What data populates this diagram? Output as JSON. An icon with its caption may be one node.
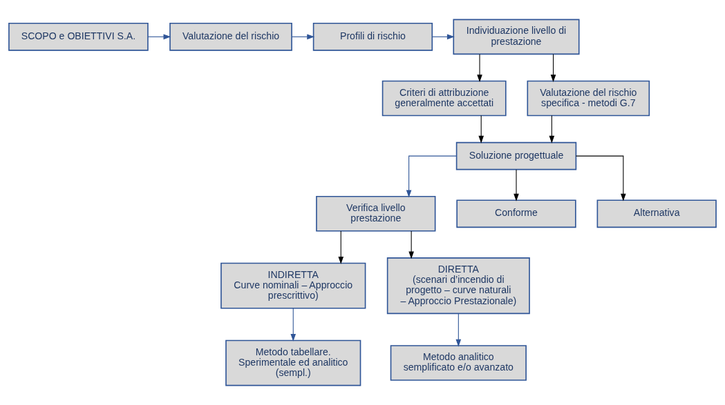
{
  "diagram": {
    "nodes": [
      {
        "text": [
          "SCOPO e OBIETTIVI S.A."
        ]
      },
      {
        "text": [
          "Valutazione del rischio"
        ]
      },
      {
        "text": [
          "Profili di rischio"
        ]
      },
      {
        "text": [
          "Individuazione livello di prestazione"
        ]
      },
      {
        "text": [
          "Criteri di attribuzione generalmente accettati"
        ]
      },
      {
        "text": [
          "Valutazione del rischio specifica - metodi G.7"
        ]
      },
      {
        "text": [
          "Verifica livello prestazione"
        ]
      },
      {
        "text": [
          "Soluzione progettuale"
        ]
      },
      {
        "text": [
          "INDIRETTA",
          "Curve nominali – Approccio prescrittivo)"
        ]
      },
      {
        "text": [
          "DIRETTA",
          "(scenari d’incendio di progetto – curve naturali – Approccio Prestazionale)"
        ]
      },
      {
        "text": [
          "Conforme"
        ]
      },
      {
        "text": [
          "Alternativa"
        ]
      },
      {
        "text": [
          "Metodo tabellare. Sperimentale ed analitico (sempl.)"
        ]
      },
      {
        "text": [
          "Metodo analitico semplificato e/o avanzato"
        ]
      }
    ],
    "edges": [
      {
        "from": 0,
        "to": 1,
        "arrow": "to",
        "color": "#2f5597"
      },
      {
        "from": 1,
        "to": 2,
        "arrow": "to",
        "color": "#2f5597"
      },
      {
        "from": 2,
        "to": 3,
        "arrow": "to",
        "color": "#2f5597"
      },
      {
        "from": 3,
        "to": 4,
        "arrow": "to"
      },
      {
        "from": 3,
        "to": 5,
        "arrow": "to"
      },
      {
        "from": 4,
        "to": 7,
        "arrow": "to"
      },
      {
        "from": 5,
        "to": 7,
        "arrow": "to"
      },
      {
        "from": 7,
        "to": 6,
        "arrow": "to",
        "color": "#2f5597"
      },
      {
        "from": 6,
        "to": 8,
        "arrow": "to"
      },
      {
        "from": 6,
        "to": 9,
        "arrow": "to"
      },
      {
        "from": 7,
        "to": 10,
        "arrow": "to"
      },
      {
        "from": 7,
        "to": 11,
        "arrow": "to"
      },
      {
        "from": 8,
        "to": 12,
        "arrow": "to",
        "color": "#2f5597"
      },
      {
        "from": 9,
        "to": 13,
        "arrow": "to",
        "color": "#2f5597"
      }
    ]
  }
}
